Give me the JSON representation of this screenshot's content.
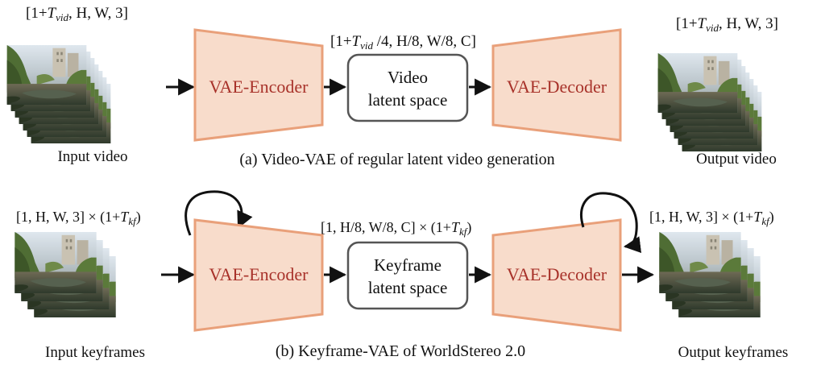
{
  "colors": {
    "vae_fill": "#f8dccb",
    "vae_stroke": "#e9a07a",
    "vae_text": "#a8322a",
    "box_stroke": "#555555",
    "arrow": "#111111"
  },
  "top_row": {
    "input_shape": "[1+T_vid, H, W, 3]",
    "input_shape_parts": {
      "pre": "[1+",
      "T": "T",
      "sub": "vid",
      "post": ", H, W, 3]"
    },
    "input_caption": "Input video",
    "encoder_label": "VAE-Encoder",
    "latent_shape": "[1+T_vid /4, H/8, W/8, C]",
    "latent_shape_parts": {
      "pre": "[1+",
      "T": "T",
      "sub": "vid",
      "post": " /4, H/8, W/8, C]"
    },
    "latent_box_lines": [
      "Video",
      "latent space"
    ],
    "decoder_label": "VAE-Decoder",
    "output_shape": "[1+T_vid, H, W, 3]",
    "output_shape_parts": {
      "pre": "[1+",
      "T": "T",
      "sub": "vid",
      "post": ", H, W, 3]"
    },
    "output_caption": "Output video",
    "caption": "(a) Video-VAE of regular latent video generation"
  },
  "bottom_row": {
    "input_shape": "[1, H, W, 3] × (1+T_kf)",
    "input_shape_parts": {
      "pre": "[1, H, W, 3] × (1+",
      "T": "T",
      "sub": "kf",
      "post": ")"
    },
    "input_caption": "Input keyframes",
    "encoder_label": "VAE-Encoder",
    "latent_shape": "[1, H/8, W/8, C] × (1+T_kf)",
    "latent_shape_parts": {
      "pre": "[1, H/8, W/8, C] × (1+",
      "T": "T",
      "sub": "kf",
      "post": ")"
    },
    "latent_box_lines": [
      "Keyframe",
      "latent space"
    ],
    "decoder_label": "VAE-Decoder",
    "output_shape": "[1, H, W, 3] × (1+T_kf)",
    "output_shape_parts": {
      "pre": "[1, H, W, 3] × (1+",
      "T": "T",
      "sub": "kf",
      "post": ")"
    },
    "output_caption": "Output keyframes",
    "caption": "(b) Keyframe-VAE of WorldStereo 2.0"
  }
}
